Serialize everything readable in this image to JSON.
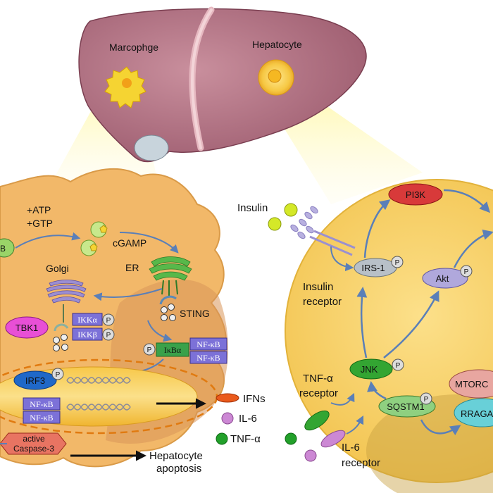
{
  "liver": {
    "macrophage_label": "Marcophge",
    "hepatocyte_label": "Hepatocyte"
  },
  "macrophage_cell": {
    "atp_label": "+ATP",
    "gtp_label": "+GTP",
    "cgamp_label": "cGAMP",
    "golgi_label": "Golgi",
    "er_label": "ER",
    "sting_label": "STING",
    "tbk1_label": "TBK1",
    "ikka_label": "IKKα",
    "ikkb_label": "IKKβ",
    "ikba_label": "IκBα",
    "nfkb_top_label": "NF-κB",
    "nfkb_bottom_label": "NF-κB",
    "irf3_label": "IRF3",
    "nucleus_nfkb_top_label": "NF-κB",
    "nucleus_nfkb_bottom_label": "NF-κB",
    "phospho_label": "P",
    "caspase_line1": "active",
    "caspase_line2": "Caspase-3"
  },
  "outputs": {
    "ifns_label": "IFNs",
    "il6_label": "IL-6",
    "tnfa_label": "TNF-α",
    "apoptosis_line1": "Hepatocyte",
    "apoptosis_line2": "apoptosis"
  },
  "hepatocyte_cell": {
    "insulin_label": "Insulin",
    "insulin_receptor_line1": "Insulin",
    "insulin_receptor_line2": "receptor",
    "pi3k_label": "PI3K",
    "irs1_label": "IRS-1",
    "akt_label": "Akt",
    "jnk_label": "JNK",
    "tnfa_receptor_line1": "TNF-α",
    "tnfa_receptor_line2": "receptor",
    "sqstm1_label": "SQSTM1",
    "mtorc_label": "MTORC",
    "rraga_label": "RRAGA",
    "il6_receptor_line1": "IL-6",
    "il6_receptor_line2": "receptor",
    "phospho_label": "P"
  },
  "colors": {
    "liver": "#b87888",
    "macrophage_cell": "#f2b869",
    "hepatocyte_cell": "#f8d264",
    "tbk1": "#e84fd6",
    "irf3": "#1f68c8",
    "ikk_box": "#7c71d8",
    "ikba": "#3aa14a",
    "pi3k": "#d83a3a",
    "jnk": "#33a532",
    "akt": "#b0a8dc",
    "sqstm1": "#8fd080",
    "mtorc": "#e8a6a0",
    "rraga": "#68d0d8",
    "caspase": "#e87462",
    "ifns": "#ea5a1c",
    "il6": "#cc88d4",
    "tnfa": "#22a02a",
    "insulin": "#d4e828",
    "arrow": "#5a7fb8"
  }
}
